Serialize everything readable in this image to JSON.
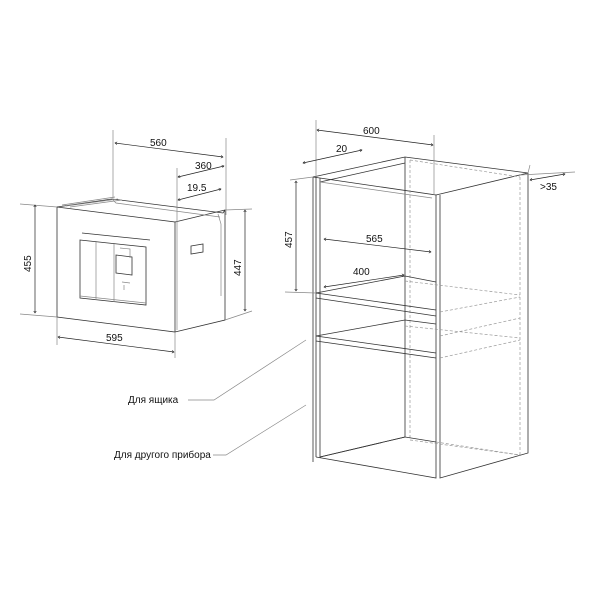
{
  "appliance_dimensions": {
    "depth_total": "560",
    "depth_body": "360",
    "panel_offset": "19.5",
    "height_front": "455",
    "height_body": "447",
    "width": "595"
  },
  "niche_dimensions": {
    "width": "600",
    "panel_thickness": "20",
    "niche_height": "457",
    "inner_depth": "565",
    "shelf_depth": "400",
    "back_gap": ">35"
  },
  "labels": {
    "drawer": "Для ящика",
    "other_appliance": "Для другого прибора"
  }
}
